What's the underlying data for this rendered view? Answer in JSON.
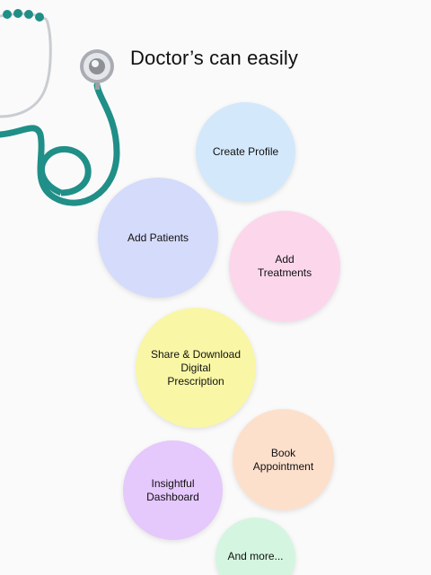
{
  "header": {
    "title": "Doctor’s can easily"
  },
  "features": [
    {
      "label": "Create Profile",
      "color": "#d3e8fb"
    },
    {
      "label": "Add Patients",
      "color": "#d5dbfb"
    },
    {
      "label": "Add\nTreatments",
      "color": "#fcd7ec"
    },
    {
      "label": "Share & Download\nDigital\nPrescription",
      "color": "#f9f7a6"
    },
    {
      "label": "Book\nAppointment",
      "color": "#fde0cc"
    },
    {
      "label": "Insightful\nDashboard",
      "color": "#e5c8fc"
    },
    {
      "label": "And more...",
      "color": "#d4f6e1"
    }
  ],
  "illustration": {
    "icon": "stethoscope-icon",
    "tube_color": "#1f8f87",
    "metal_color": "#c9cdd2"
  }
}
